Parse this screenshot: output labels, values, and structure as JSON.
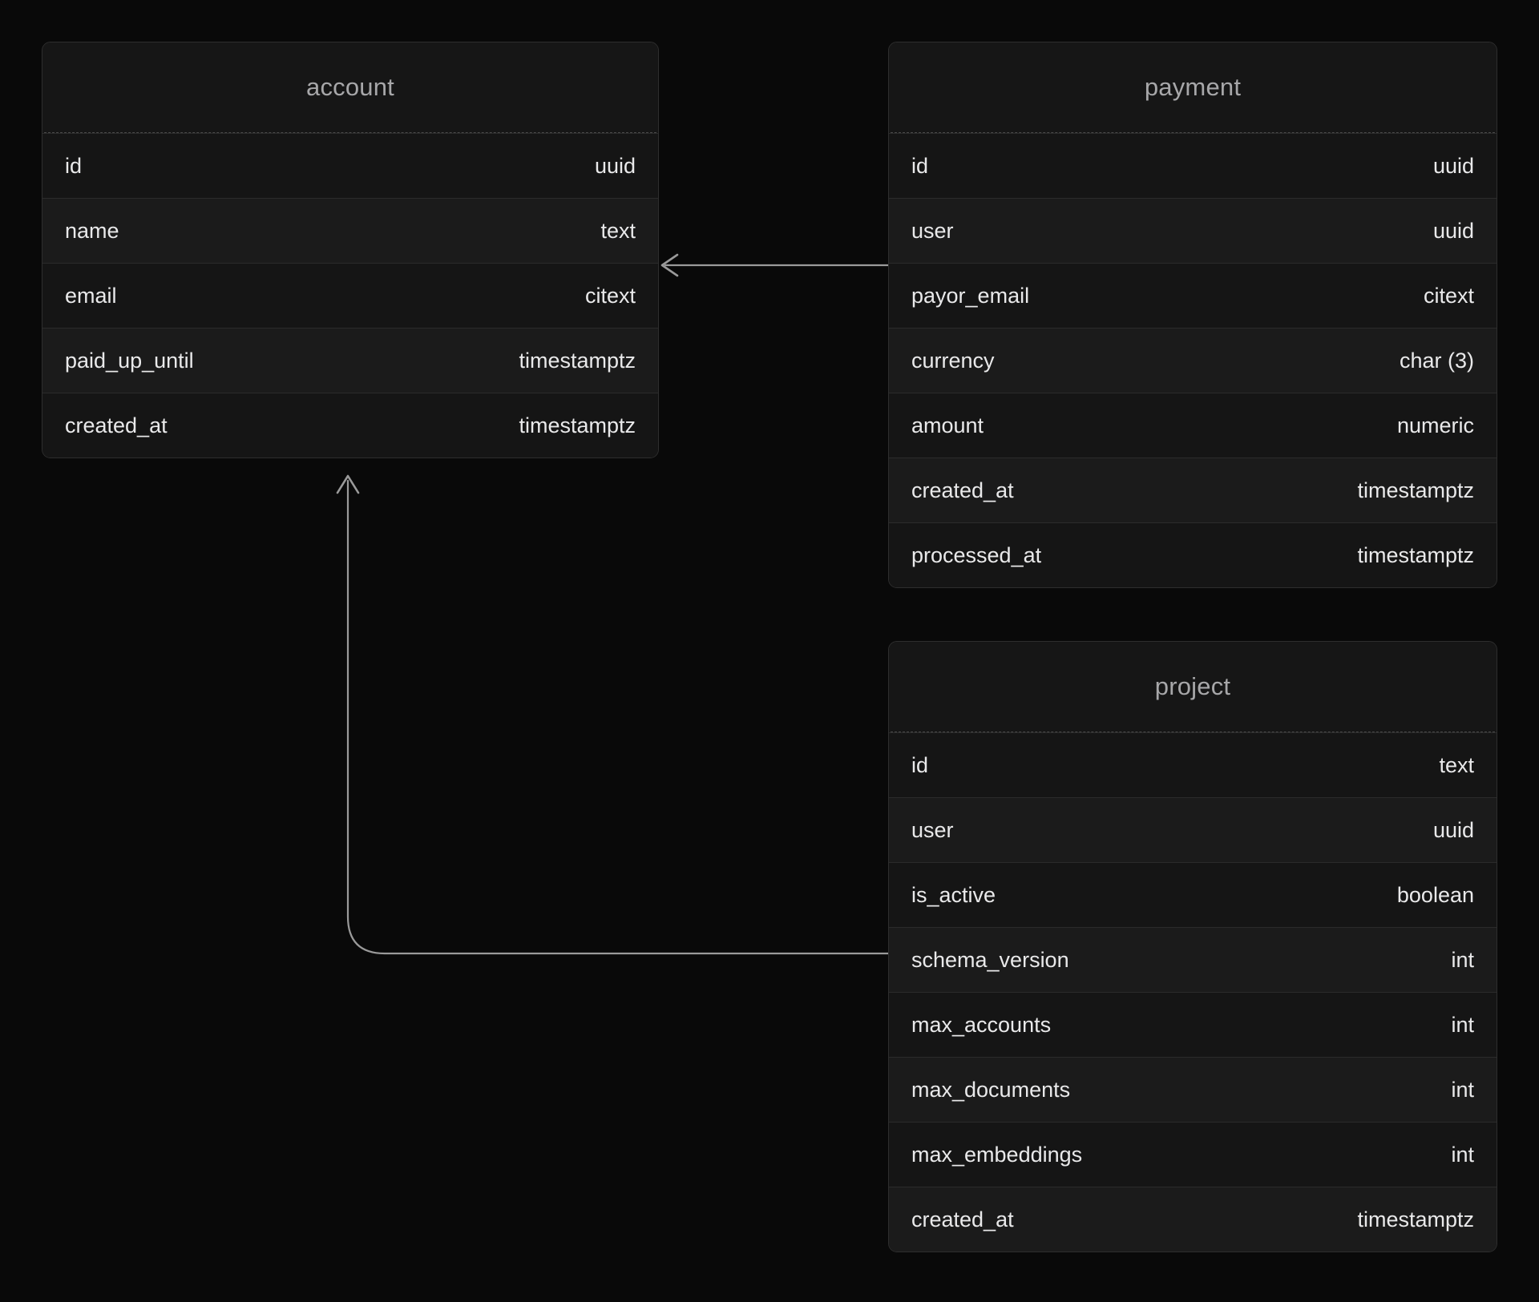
{
  "diagram": {
    "type": "entity-relationship-diagram",
    "background_color": "#090909",
    "card_color": "#151515",
    "border_color": "#2e2e2e",
    "text_color": "#e9e9ea",
    "title_color": "#a7a7a9",
    "connector_color": "#9a9a9a",
    "entities": [
      {
        "name": "account",
        "fields": [
          {
            "name": "id",
            "type": "uuid"
          },
          {
            "name": "name",
            "type": "text"
          },
          {
            "name": "email",
            "type": "citext"
          },
          {
            "name": "paid_up_until",
            "type": "timestamptz"
          },
          {
            "name": "created_at",
            "type": "timestamptz"
          }
        ]
      },
      {
        "name": "payment",
        "fields": [
          {
            "name": "id",
            "type": "uuid"
          },
          {
            "name": "user",
            "type": "uuid"
          },
          {
            "name": "payor_email",
            "type": "citext"
          },
          {
            "name": "currency",
            "type": "char (3)"
          },
          {
            "name": "amount",
            "type": "numeric"
          },
          {
            "name": "created_at",
            "type": "timestamptz"
          },
          {
            "name": "processed_at",
            "type": "timestamptz"
          }
        ]
      },
      {
        "name": "project",
        "fields": [
          {
            "name": "id",
            "type": "text"
          },
          {
            "name": "user",
            "type": "uuid"
          },
          {
            "name": "is_active",
            "type": "boolean"
          },
          {
            "name": "schema_version",
            "type": "int"
          },
          {
            "name": "max_accounts",
            "type": "int"
          },
          {
            "name": "max_documents",
            "type": "int"
          },
          {
            "name": "max_embeddings",
            "type": "int"
          },
          {
            "name": "created_at",
            "type": "timestamptz"
          }
        ]
      }
    ],
    "relationships": [
      {
        "from": "payment",
        "to": "account",
        "shape": "straight-horizontal",
        "arrow_at": "account"
      },
      {
        "from": "project",
        "to": "account",
        "shape": "elbow-rounded",
        "arrow_at": "account"
      }
    ]
  }
}
